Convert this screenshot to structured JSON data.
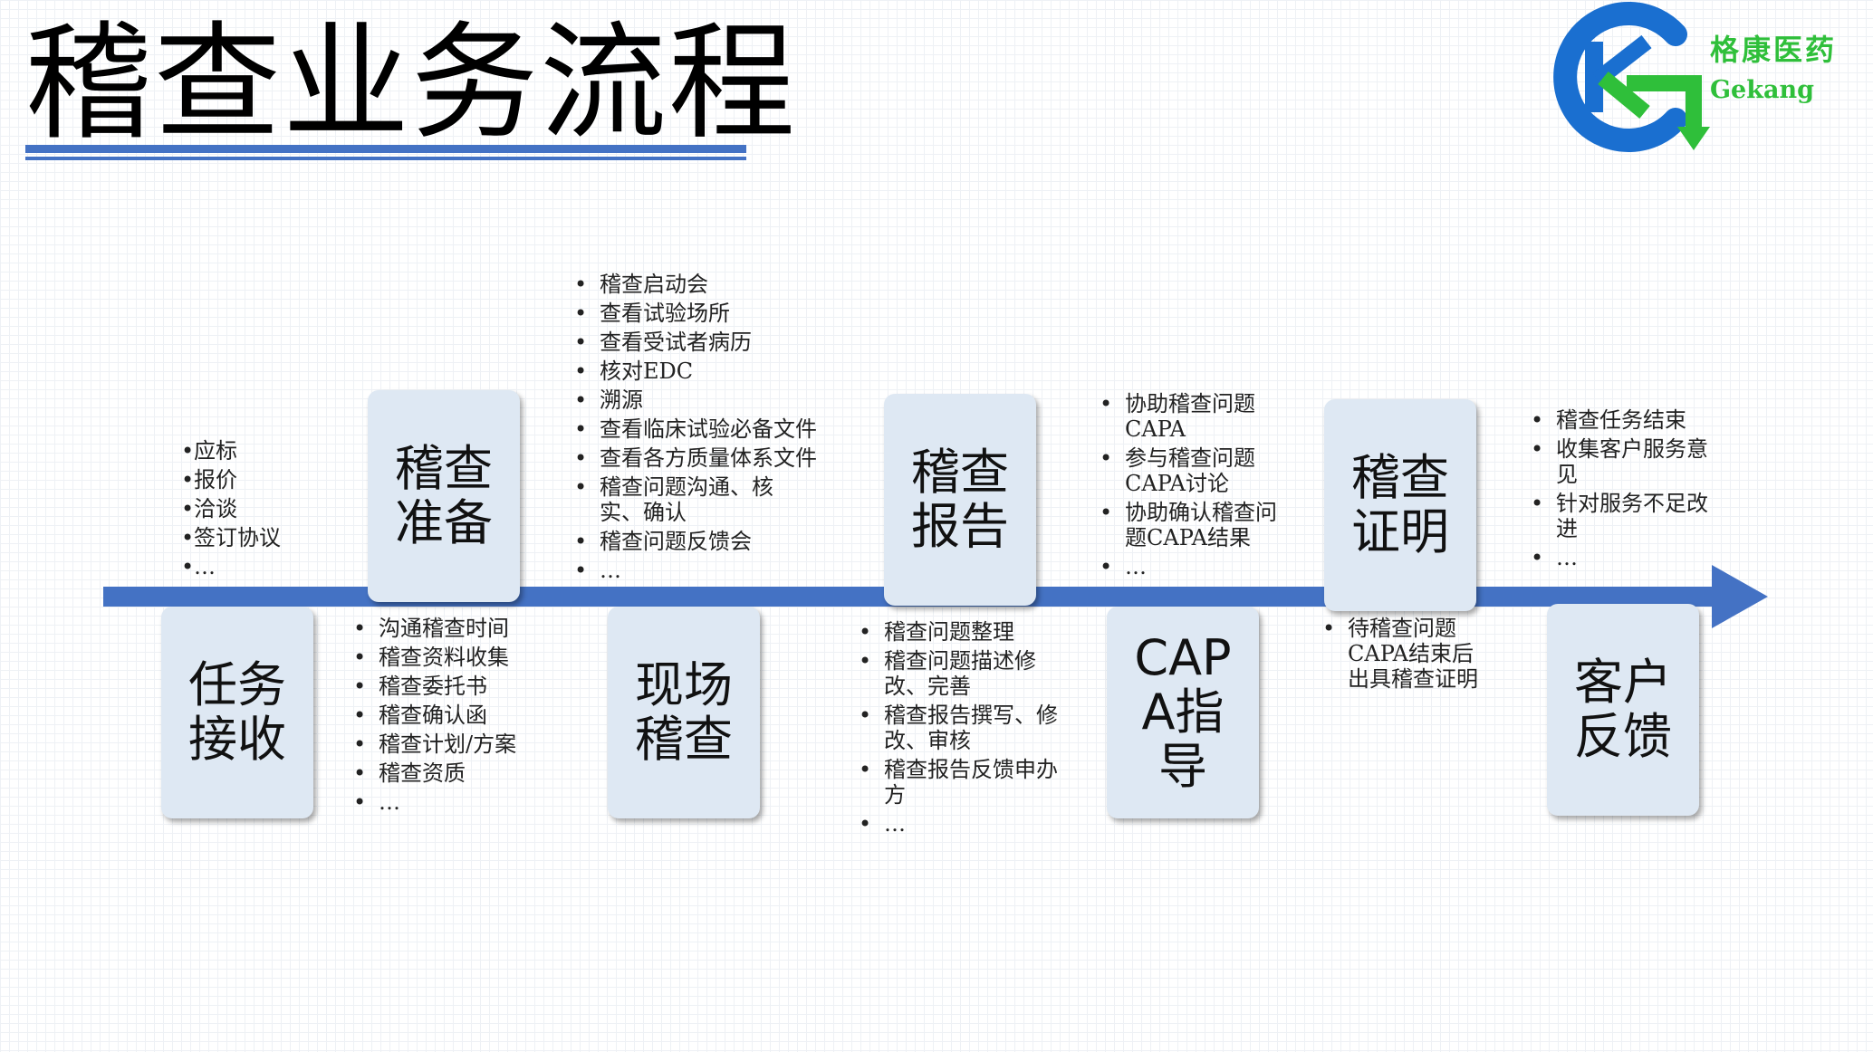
{
  "title": "稽查业务流程",
  "logo": {
    "name_cn": "格康医药",
    "name_en": "Gekang",
    "colors": {
      "blue": "#1a6fd0",
      "green": "#2fbf3a"
    }
  },
  "colors": {
    "arrow": "#4472c4",
    "box": "#dee8f3",
    "title_rule": "#4472c4"
  },
  "stages": [
    {
      "label": "任务接收"
    },
    {
      "label": "稽查准备"
    },
    {
      "label": "现场稽查"
    },
    {
      "label": "稽查报告"
    },
    {
      "label": "CAPA指导"
    },
    {
      "label": "稽查证明"
    },
    {
      "label": "客户反馈"
    }
  ],
  "notes": {
    "task": [
      "应标",
      "报价",
      "洽谈",
      "签订协议",
      "…"
    ],
    "prep": [
      "沟通稽查时间",
      "稽查资料收集",
      "稽查委托书",
      "稽查确认函",
      "稽查计划/方案",
      "稽查资质",
      "…"
    ],
    "onsite": [
      "稽查启动会",
      "查看试验场所",
      "查看受试者病历",
      "核对EDC",
      "溯源",
      "查看临床试验必备文件",
      "查看各方质量体系文件",
      "稽查问题沟通、核实、确认",
      "稽查问题反馈会",
      "…"
    ],
    "report": [
      "稽查问题整理",
      "稽查问题描述修改、完善",
      "稽查报告撰写、修改、审核",
      "稽查报告反馈申办方",
      "…"
    ],
    "capa": [
      "协助稽查问题CAPA",
      "参与稽查问题CAPA讨论",
      "协助确认稽查问题CAPA结果",
      "…"
    ],
    "cert": [
      "待稽查问题CAPA结束后出具稽查证明"
    ],
    "feedback": [
      "稽查任务结束",
      "收集客户服务意见",
      "针对服务不足改进",
      "…"
    ]
  }
}
